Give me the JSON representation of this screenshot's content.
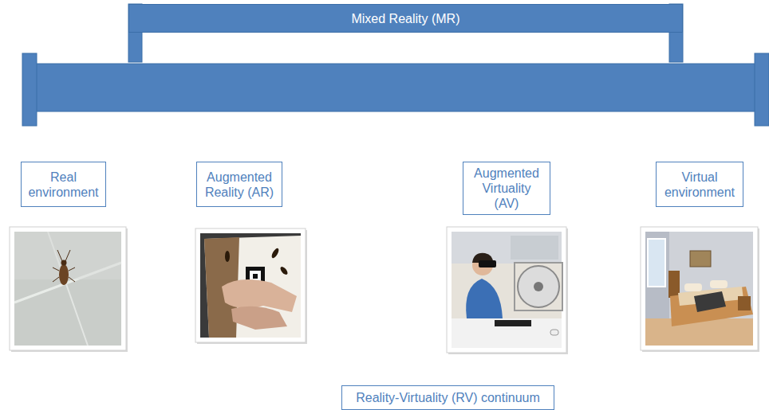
{
  "diagram": {
    "nodes": [
      {
        "text": [
          "Mixed Reality (MR)"
        ]
      },
      {
        "text": [
          "Real environment"
        ]
      },
      {
        "text": [
          "Augmented Reality (AR)"
        ]
      },
      {
        "text": [
          "Augmented Virtuality (AV)"
        ]
      },
      {
        "text": [
          "Virtual environment"
        ]
      },
      {
        "text": [
          "Reality-Virtuality (RV) continuum"
        ]
      }
    ]
  }
}
